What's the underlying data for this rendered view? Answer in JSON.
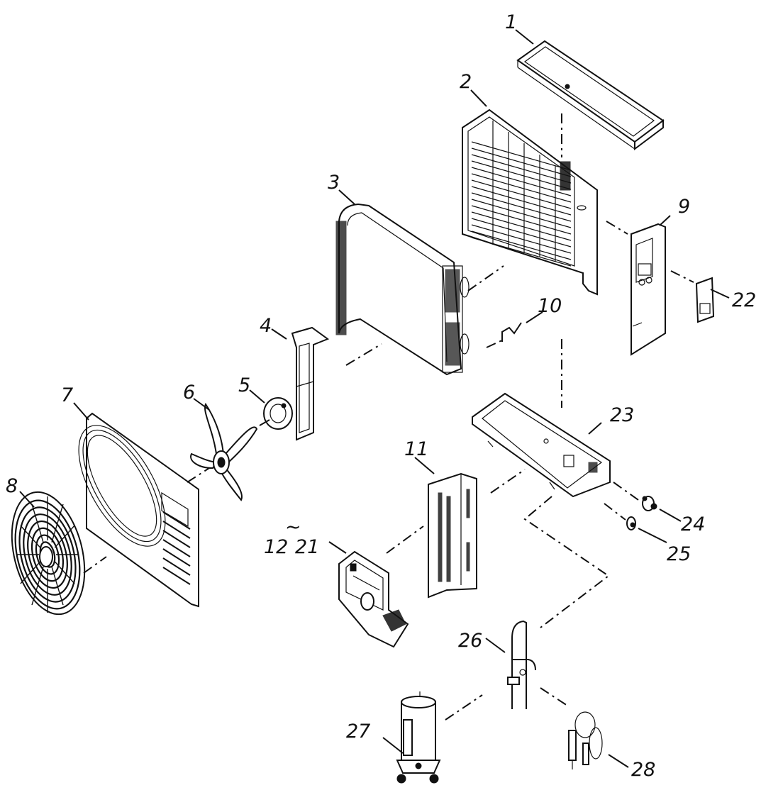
{
  "colors": {
    "line": "#111111",
    "background": "#ffffff"
  },
  "callouts": [
    {
      "id": "1",
      "text": "1"
    },
    {
      "id": "2",
      "text": "2"
    },
    {
      "id": "3",
      "text": "3"
    },
    {
      "id": "4",
      "text": "4"
    },
    {
      "id": "5",
      "text": "5"
    },
    {
      "id": "6",
      "text": "6"
    },
    {
      "id": "7",
      "text": "7"
    },
    {
      "id": "8",
      "text": "8"
    },
    {
      "id": "9",
      "text": "9"
    },
    {
      "id": "10",
      "text": "10"
    },
    {
      "id": "11",
      "text": "11"
    },
    {
      "id": "12",
      "text": "12"
    },
    {
      "id": "tilde",
      "text": "~"
    },
    {
      "id": "21",
      "text": "21"
    },
    {
      "id": "22",
      "text": "22"
    },
    {
      "id": "23",
      "text": "23"
    },
    {
      "id": "24",
      "text": "24"
    },
    {
      "id": "25",
      "text": "25"
    },
    {
      "id": "26",
      "text": "26"
    },
    {
      "id": "27",
      "text": "27"
    },
    {
      "id": "28",
      "text": "28"
    }
  ]
}
